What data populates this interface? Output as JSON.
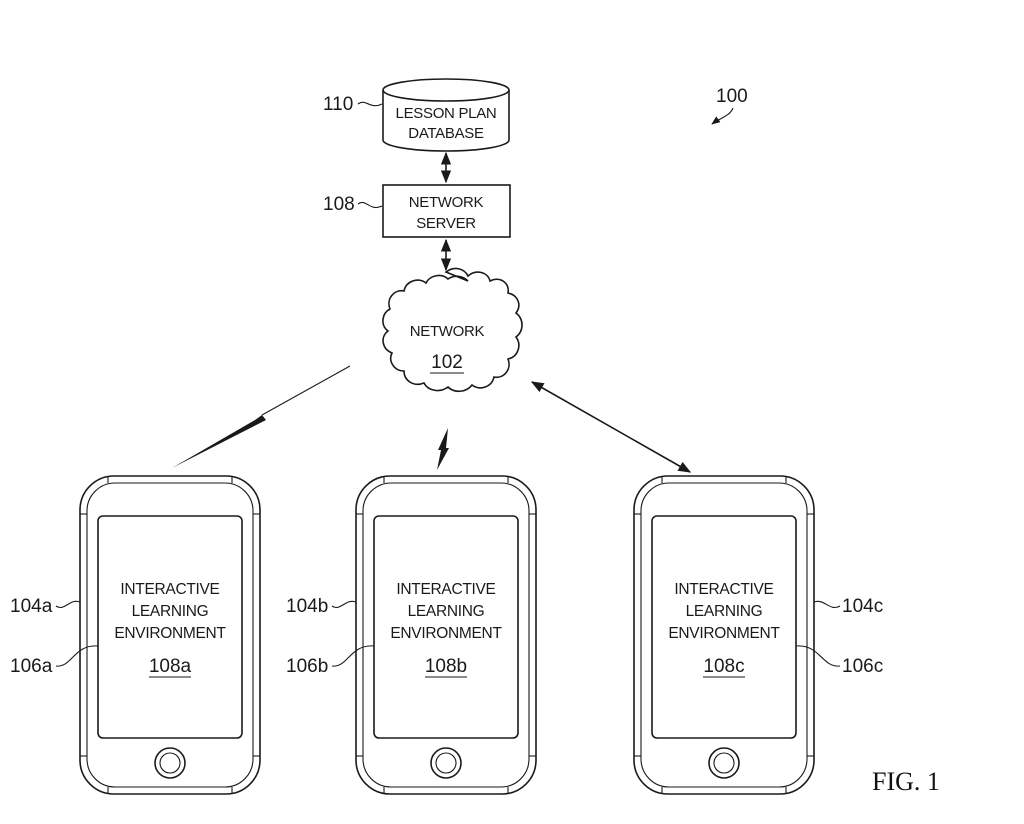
{
  "figure": {
    "label": "FIG. 1",
    "system_ref": "100"
  },
  "database": {
    "ref": "110",
    "line1": "LESSON PLAN",
    "line2": "DATABASE"
  },
  "server": {
    "ref": "108",
    "line1": "NETWORK",
    "line2": "SERVER"
  },
  "network": {
    "label": "NETWORK",
    "ref": "102"
  },
  "devices": [
    {
      "device_ref": "104a",
      "screen_ref": "106a",
      "line1": "INTERACTIVE",
      "line2": "LEARNING",
      "line3": "ENVIRONMENT",
      "env_ref": "108a",
      "connection": "wireless"
    },
    {
      "device_ref": "104b",
      "screen_ref": "106b",
      "line1": "INTERACTIVE",
      "line2": "LEARNING",
      "line3": "ENVIRONMENT",
      "env_ref": "108b",
      "connection": "wireless"
    },
    {
      "device_ref": "104c",
      "screen_ref": "106c",
      "line1": "INTERACTIVE",
      "line2": "LEARNING",
      "line3": "ENVIRONMENT",
      "env_ref": "108c",
      "connection": "wired-bidirectional"
    }
  ]
}
